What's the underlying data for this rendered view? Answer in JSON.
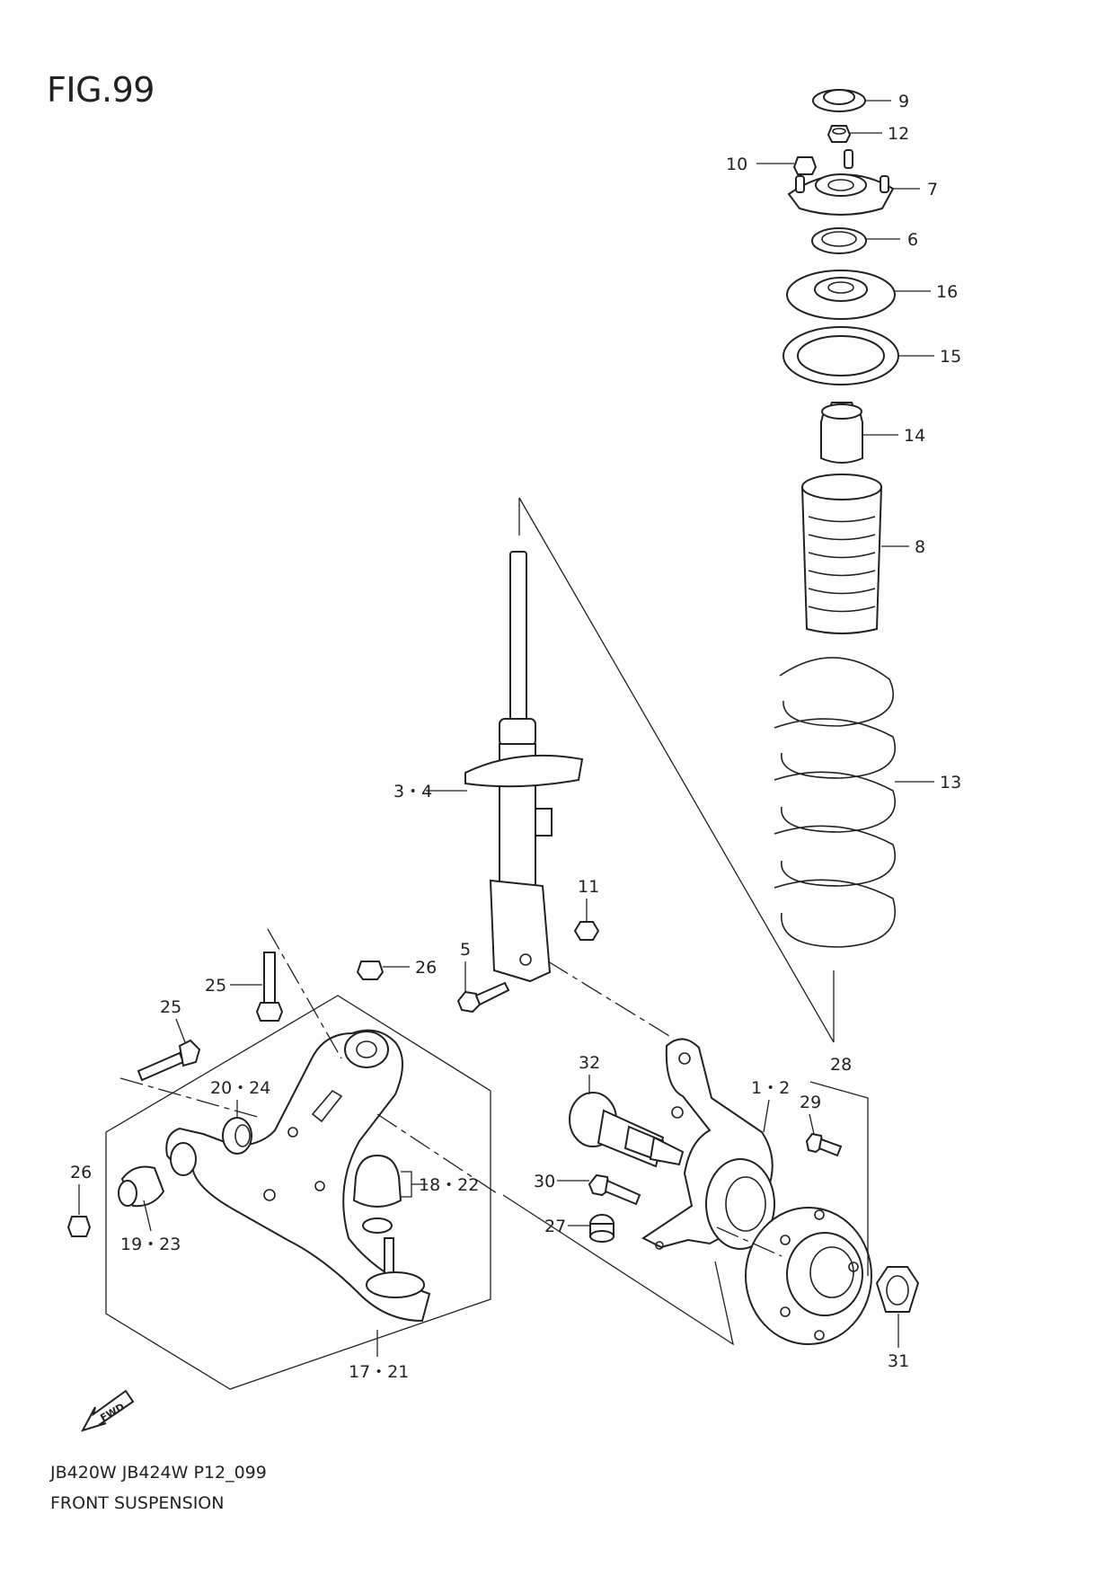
{
  "title": "FIG.99",
  "footer": {
    "code": "JB420W JB424W P12_099",
    "name": "FRONT SUSPENSION"
  },
  "fwd_label": "FWD",
  "callouts": [
    {
      "id": "c9",
      "text": "9"
    },
    {
      "id": "c12",
      "text": "12"
    },
    {
      "id": "c10",
      "text": "10"
    },
    {
      "id": "c7",
      "text": "7"
    },
    {
      "id": "c6",
      "text": "6"
    },
    {
      "id": "c16",
      "text": "16"
    },
    {
      "id": "c15",
      "text": "15"
    },
    {
      "id": "c14",
      "text": "14"
    },
    {
      "id": "c8",
      "text": "8"
    },
    {
      "id": "c13",
      "text": "13"
    },
    {
      "id": "c34",
      "text": "3・4"
    },
    {
      "id": "c11",
      "text": "11"
    },
    {
      "id": "c5",
      "text": "5"
    },
    {
      "id": "c26a",
      "text": "26"
    },
    {
      "id": "c25a",
      "text": "25"
    },
    {
      "id": "c25b",
      "text": "25"
    },
    {
      "id": "c2024",
      "text": "20・24"
    },
    {
      "id": "c26b",
      "text": "26"
    },
    {
      "id": "c1923",
      "text": "19・23"
    },
    {
      "id": "c1822",
      "text": "18・22"
    },
    {
      "id": "c1721",
      "text": "17・21"
    },
    {
      "id": "c32",
      "text": "32"
    },
    {
      "id": "c12b",
      "text": "1・2"
    },
    {
      "id": "c28",
      "text": "28"
    },
    {
      "id": "c29",
      "text": "29"
    },
    {
      "id": "c30",
      "text": "30"
    },
    {
      "id": "c27",
      "text": "27"
    },
    {
      "id": "c31",
      "text": "31"
    }
  ]
}
